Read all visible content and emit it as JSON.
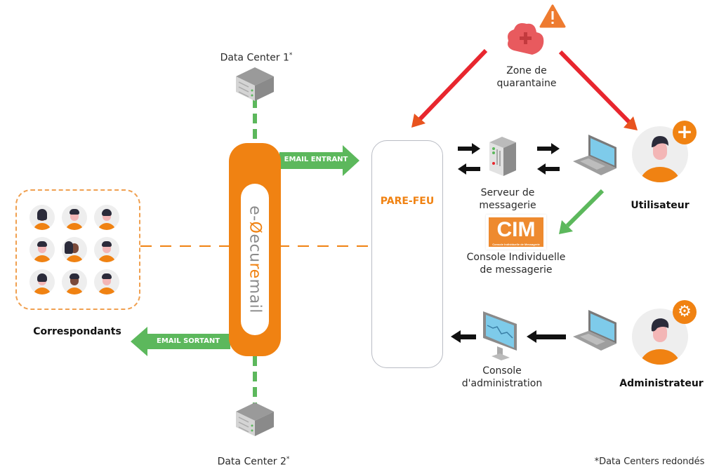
{
  "data_center_1": {
    "label": "Data Center 1",
    "mark": "*"
  },
  "data_center_2": {
    "label": "Data Center 2",
    "mark": "*"
  },
  "quarantine": {
    "label_line1": "Zone de",
    "label_line2": "quarantaine",
    "icon": "quarantine-cloud-icon",
    "warning_icon": "warning-icon"
  },
  "gateway": {
    "brand_prefix": "e-",
    "brand_s": "Ø",
    "brand_mid": "ecu",
    "brand_accent": "re",
    "brand_suffix": "mail"
  },
  "flows": {
    "incoming": "EMAIL ENTRANT",
    "outgoing": "EMAIL SORTANT"
  },
  "firewall": {
    "title": "PARE-FEU",
    "icon": "shield-fire-icon"
  },
  "mail_server": {
    "label_line1": "Serveur de",
    "label_line2": "messagerie"
  },
  "cim": {
    "logo_text": "CIM",
    "logo_subtitle": "Console Individuelle de Messagerie",
    "label_line1": "Console Individuelle",
    "label_line2": "de messagerie"
  },
  "user": {
    "label": "Utilisateur",
    "badge": "+"
  },
  "admin_console": {
    "label_line1": "Console",
    "label_line2": "d'administration"
  },
  "admin": {
    "label": "Administrateur",
    "badge": "⚙"
  },
  "correspondents": {
    "label": "Correspondants",
    "count": 9
  },
  "footnote": "*Data Centers redondés",
  "colors": {
    "orange": "#f08212",
    "green": "#5cb85c",
    "red": "#e8262e",
    "gray": "#b9bcc4"
  }
}
